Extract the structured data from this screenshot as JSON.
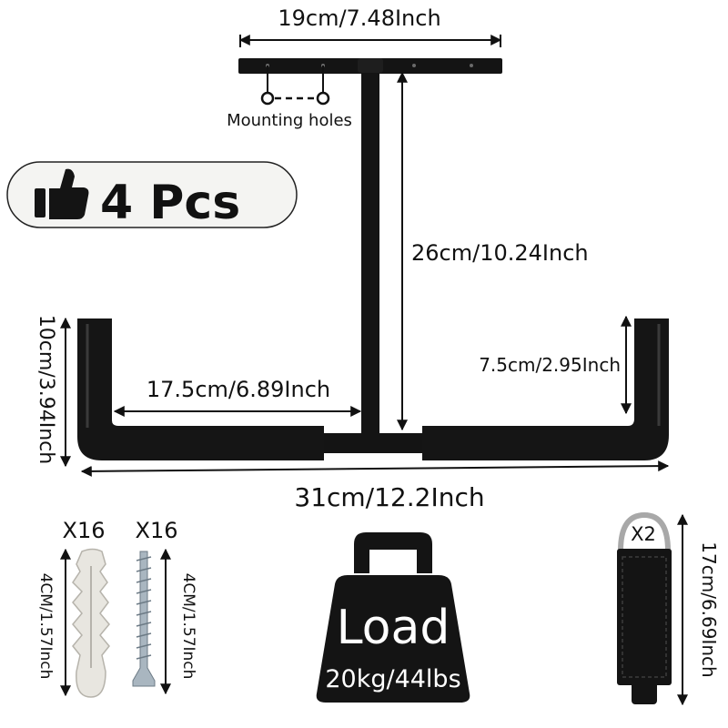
{
  "dimensions": {
    "top_width": "19cm/7.48Inch",
    "pole_height": "26cm/10.24Inch",
    "arm_length": "17.5cm/6.89Inch",
    "end_height": "10cm/3.94Inch",
    "lip_height": "7.5cm/2.95Inch",
    "total_width": "31cm/12.2Inch",
    "anchor_length": "4CM/1.57Inch",
    "screw_length": "4CM/1.57Inch",
    "strap_length": "17cm/6.69Inch"
  },
  "mounting_holes_label": "Mounting holes",
  "quantity_badge": {
    "icon": "thumbs-up-icon",
    "text": "4 Pcs"
  },
  "anchor_qty": "X16",
  "screw_qty": "X16",
  "strap_qty": "X2",
  "load": {
    "title": "Load",
    "value": "20kg/44lbs"
  },
  "colors": {
    "product": "#141414",
    "badge_bg": "#f4f4f2",
    "anchor": "#e8e6e0",
    "screw": "#a9b6c0"
  }
}
